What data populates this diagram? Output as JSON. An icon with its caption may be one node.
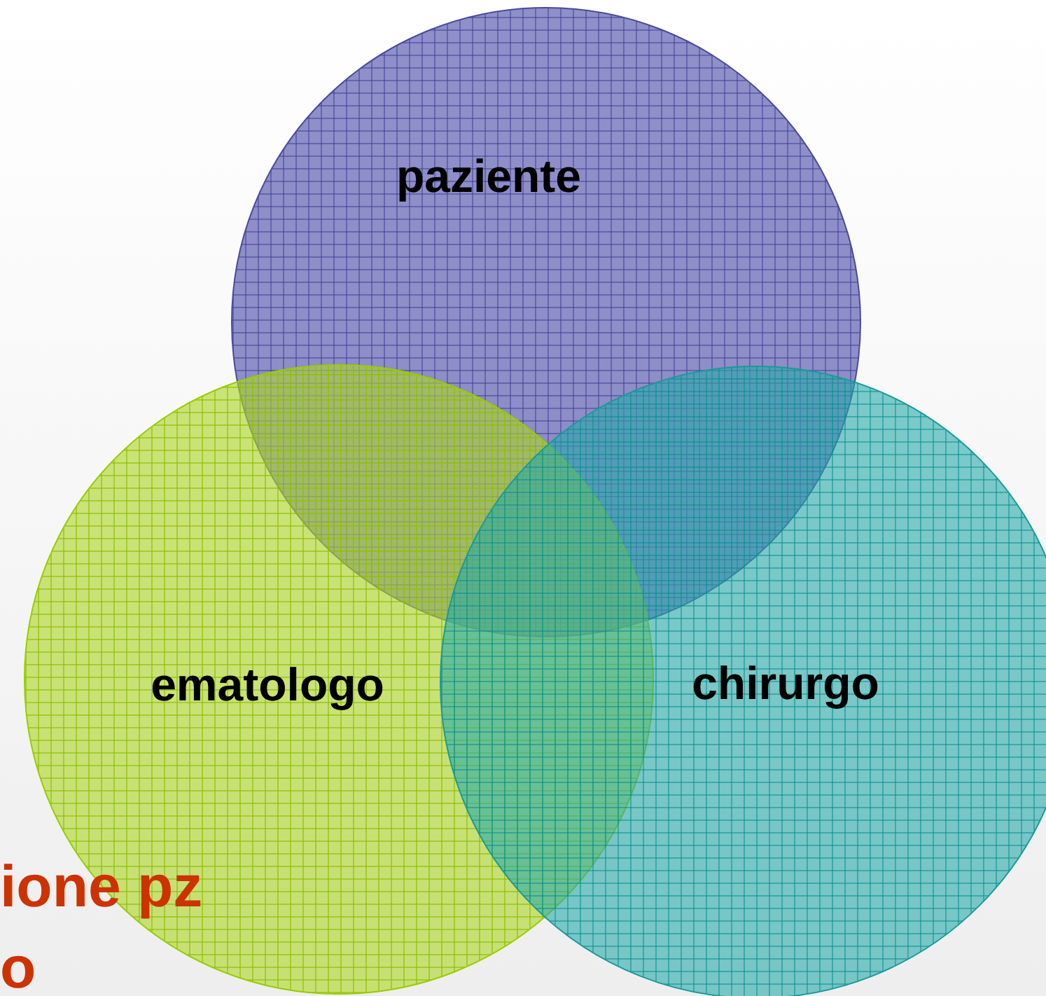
{
  "diagram": {
    "nodes": [
      {
        "text": [
          "paziente"
        ]
      },
      {
        "text": [
          "ematologo"
        ]
      },
      {
        "text": [
          "chirurgo"
        ]
      }
    ],
    "labels": [
      "ione pz",
      "o"
    ]
  }
}
